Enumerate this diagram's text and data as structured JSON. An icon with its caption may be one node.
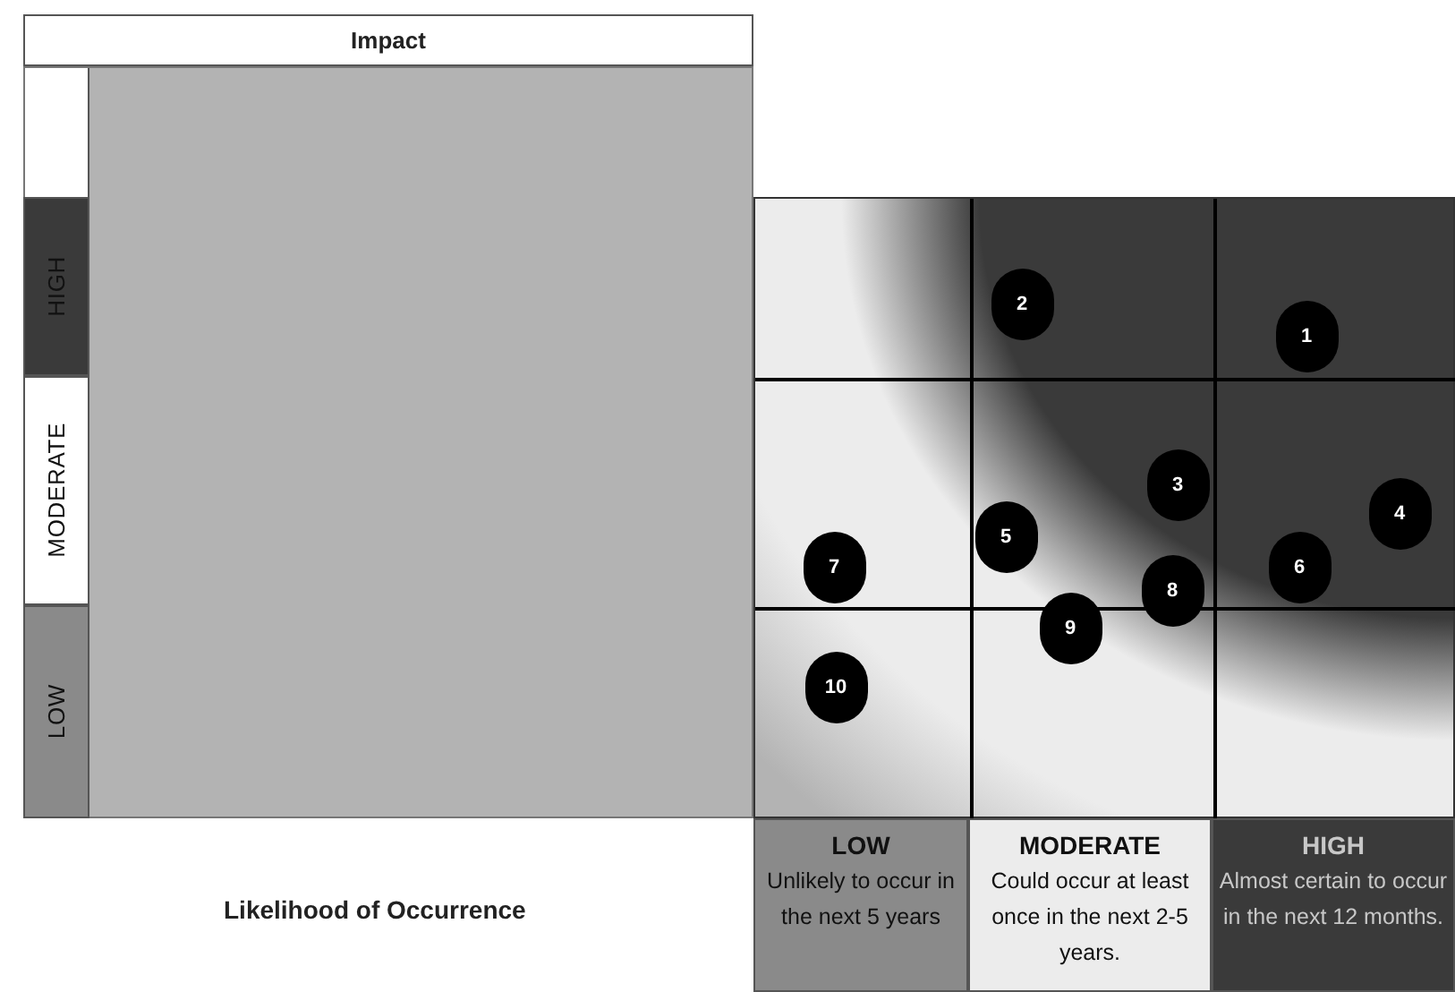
{
  "diagram": {
    "nodes": [
      {
        "text": [
          "Impact"
        ]
      },
      {
        "text": [
          "HIGH"
        ]
      },
      {
        "text": [
          "MODERATE"
        ]
      },
      {
        "text": [
          "LOW"
        ]
      },
      {
        "text": [
          "2"
        ]
      },
      {
        "text": [
          "1"
        ]
      },
      {
        "text": [
          "3"
        ]
      },
      {
        "text": [
          "4"
        ]
      },
      {
        "text": [
          "5"
        ]
      },
      {
        "text": [
          "7"
        ]
      },
      {
        "text": [
          "6"
        ]
      },
      {
        "text": [
          "8"
        ]
      },
      {
        "text": [
          "9"
        ]
      },
      {
        "text": [
          "10"
        ]
      },
      {
        "text": [
          "LOW",
          "Unlikely to occur in the next 5 years"
        ]
      },
      {
        "text": [
          "MODERATE",
          "Could occur at least once in the next 2-5 years."
        ]
      },
      {
        "text": [
          "HIGH",
          "Almost certain to occur in the next 12 months."
        ]
      }
    ],
    "edges": [],
    "labels": [
      "Likelihood of Occurrence"
    ]
  }
}
